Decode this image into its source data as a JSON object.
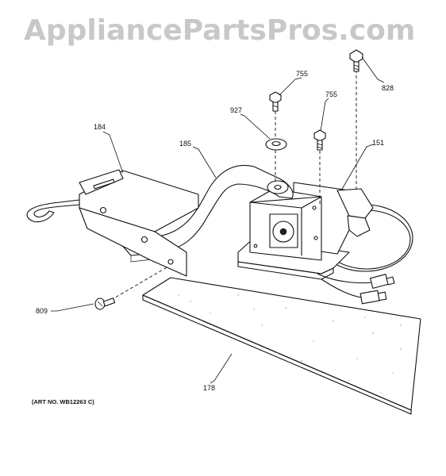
{
  "watermark": "AppliancePartsPros.com",
  "art_number": "(ART NO. WB12263 C)",
  "callouts": {
    "p184": "184",
    "p185": "185",
    "p927": "927",
    "p755a": "755",
    "p755b": "755",
    "p828": "828",
    "p151": "151",
    "p809": "809",
    "p178": "178"
  }
}
